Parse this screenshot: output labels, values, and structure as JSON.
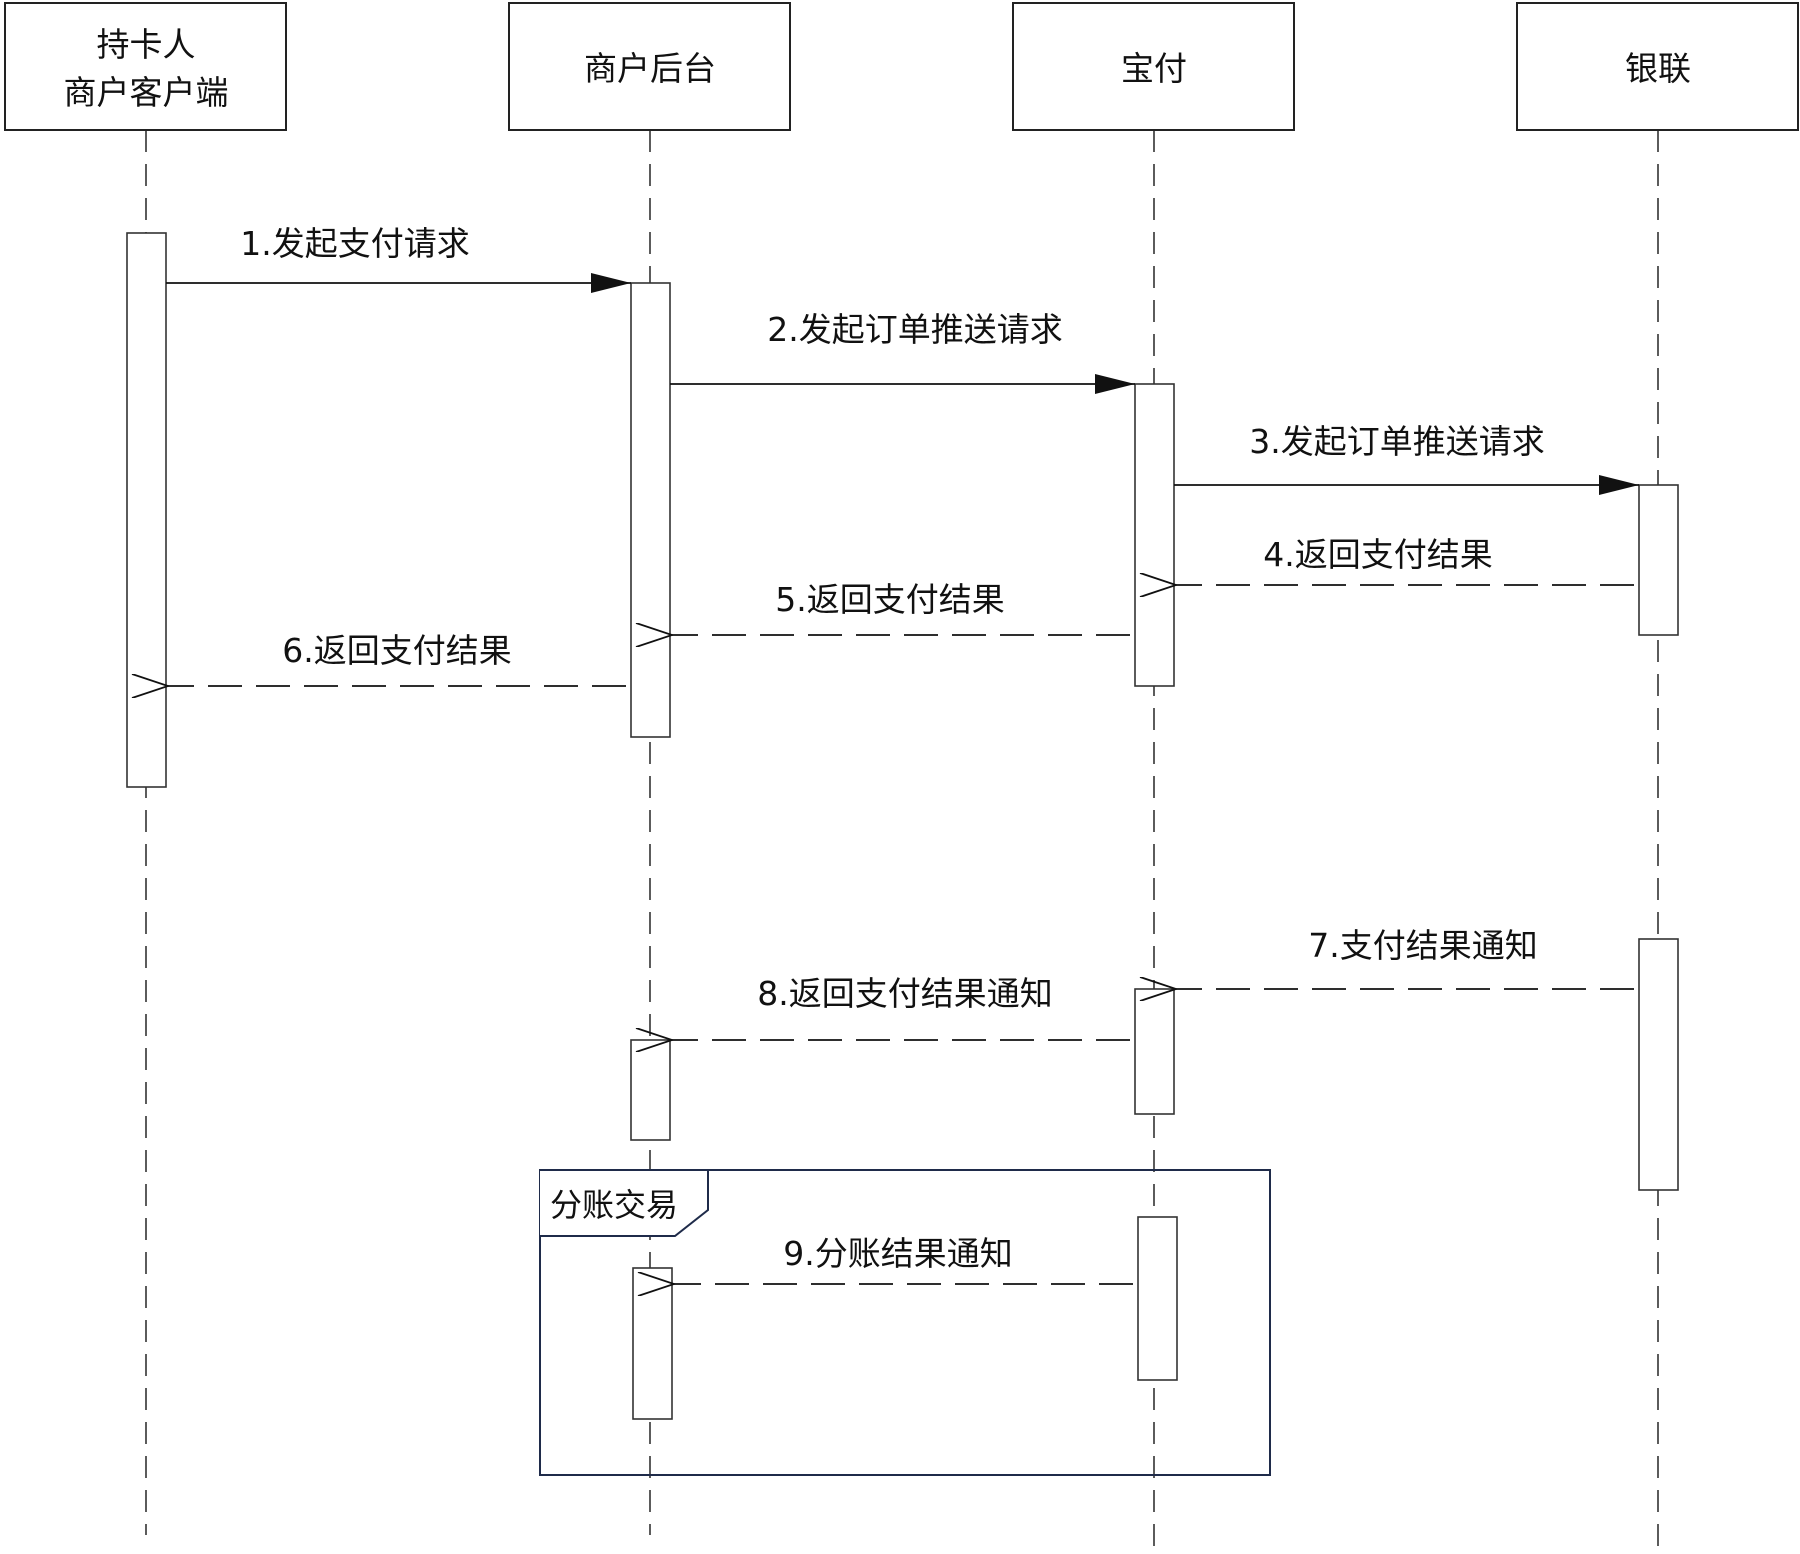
{
  "participants": [
    {
      "lines": [
        "持卡人",
        "商户客户端"
      ]
    },
    {
      "lines": [
        "商户后台"
      ]
    },
    {
      "lines": [
        "宝付"
      ]
    },
    {
      "lines": [
        "银联"
      ]
    }
  ],
  "messages": [
    {
      "label": "1.发起支付请求",
      "from": 0,
      "to": 1,
      "style": "sync"
    },
    {
      "label": "2.发起订单推送请求",
      "from": 1,
      "to": 2,
      "style": "sync"
    },
    {
      "label": "3.发起订单推送请求",
      "from": 2,
      "to": 3,
      "style": "sync"
    },
    {
      "label": "4.返回支付结果",
      "from": 3,
      "to": 2,
      "style": "return"
    },
    {
      "label": "5.返回支付结果",
      "from": 2,
      "to": 1,
      "style": "return"
    },
    {
      "label": "6.返回支付结果",
      "from": 1,
      "to": 0,
      "style": "return"
    },
    {
      "label": "7.支付结果通知",
      "from": 3,
      "to": 2,
      "style": "return"
    },
    {
      "label": "8.返回支付结果通知",
      "from": 2,
      "to": 1,
      "style": "return"
    },
    {
      "label": "9.分账结果通知",
      "from": 2,
      "to": 1,
      "style": "return"
    }
  ],
  "fragments": [
    {
      "label": "分账交易"
    }
  ]
}
